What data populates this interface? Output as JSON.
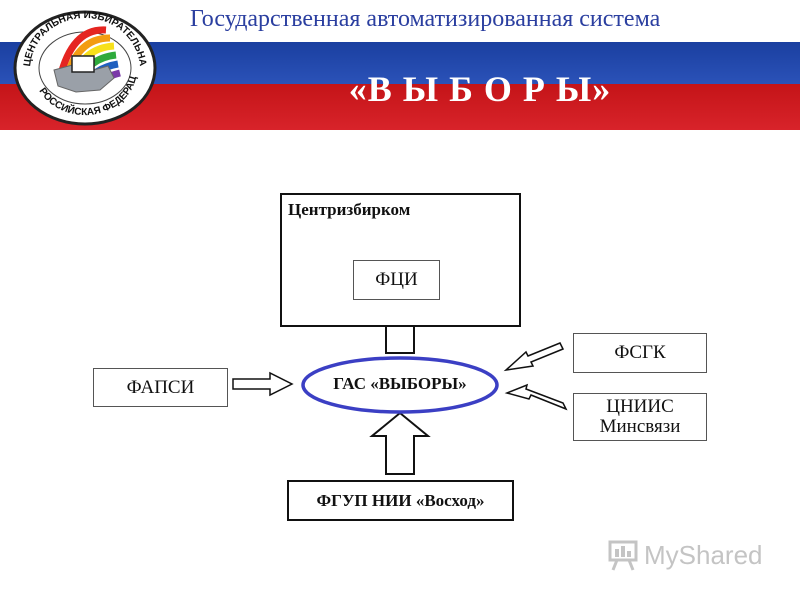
{
  "header": {
    "title": "Государственная автоматизированная система",
    "subtitle": "«В Ы Б О Р Ы»",
    "logo_text": "ЦЕНТРАЛЬНАЯ ИЗБИРАТЕЛЬНАЯ КОМИССИЯ РОССИЙСКАЯ ФЕДЕРАЦИЯ"
  },
  "diagram": {
    "cik_label": "Центризбирком",
    "fci": "ФЦИ",
    "gas": "ГАС «ВЫБОРЫ»",
    "fapsi": "ФАПСИ",
    "fsgk": "ФСГК",
    "tsniis_line1": "ЦНИИС",
    "tsniis_line2": "Минсвязи",
    "voskhod": "ФГУП НИИ «Восход»"
  },
  "watermark": {
    "text": "MyShared"
  }
}
